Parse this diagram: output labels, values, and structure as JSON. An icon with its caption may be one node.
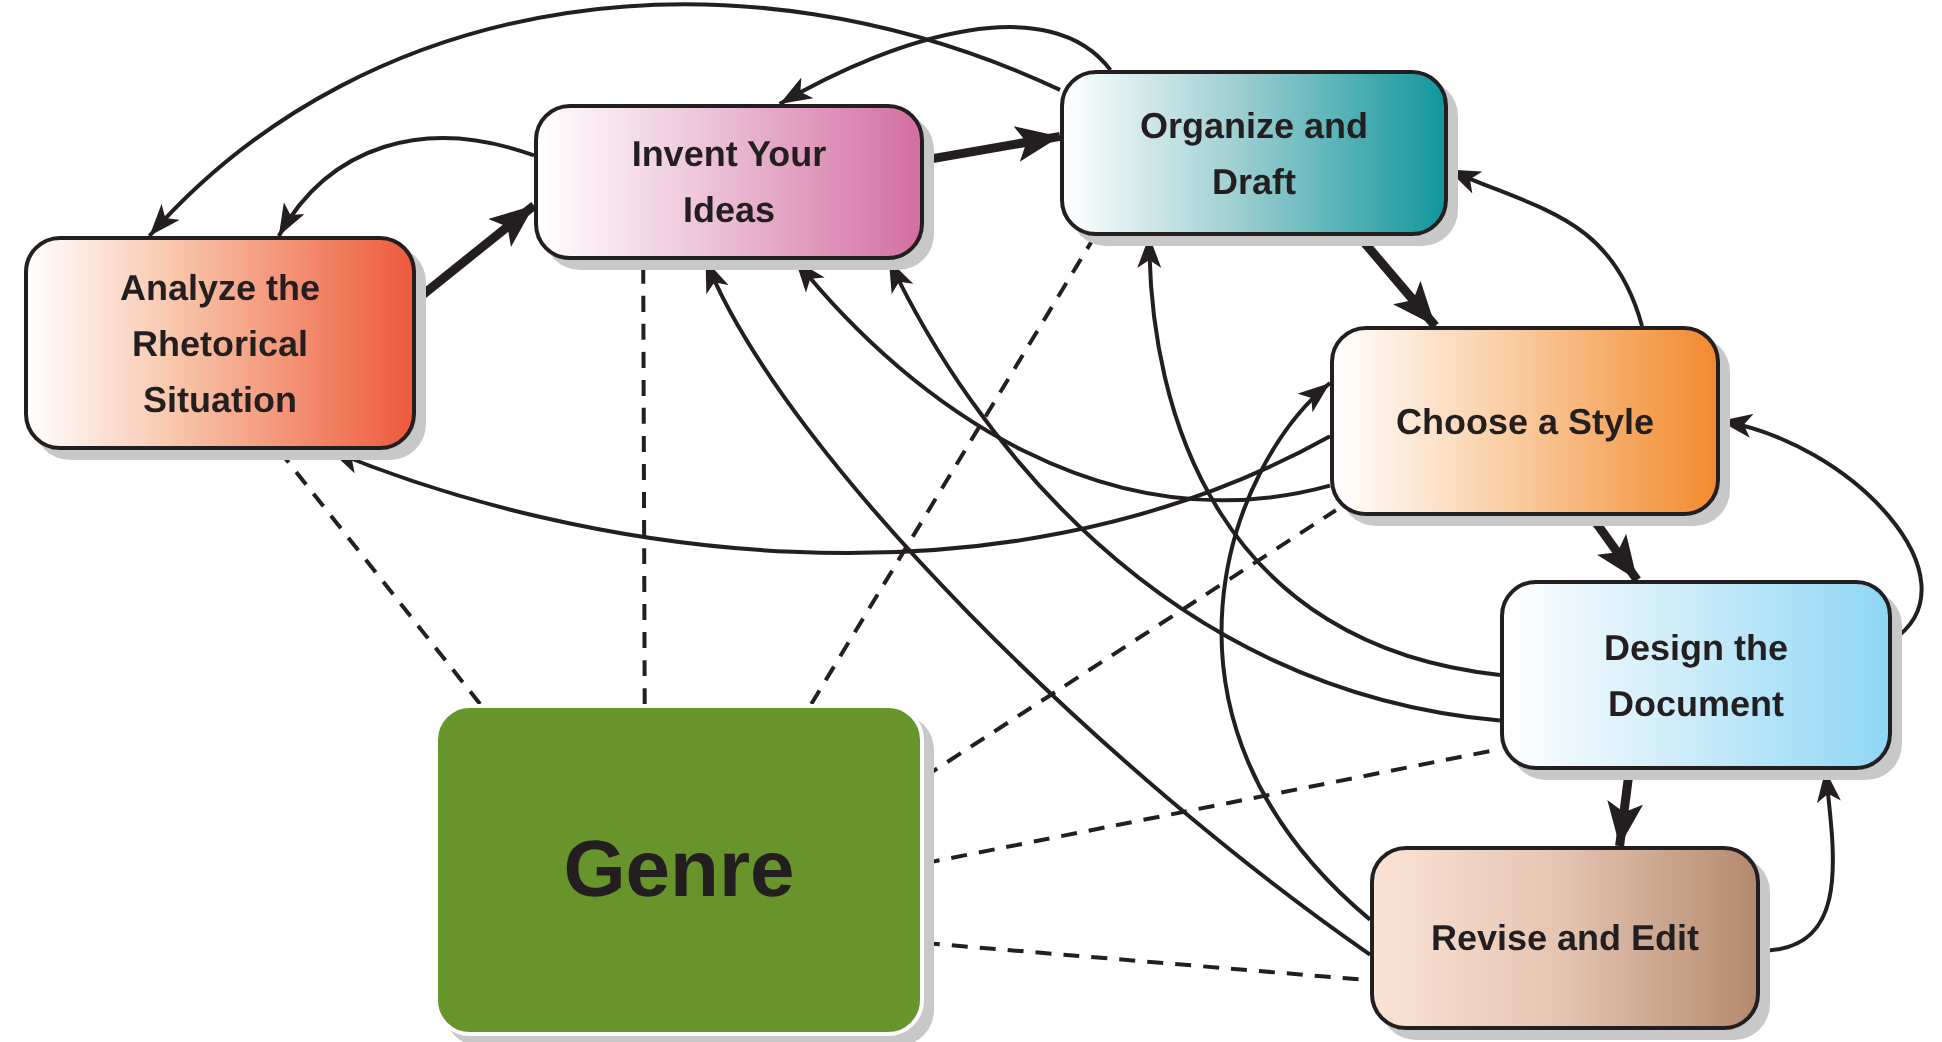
{
  "diagram": {
    "nodes": [
      {
        "text": [
          "Analyze the Rhetorical Situation"
        ]
      },
      {
        "text": [
          "Invent Your Ideas"
        ]
      },
      {
        "text": [
          "Organize and Draft"
        ]
      },
      {
        "text": [
          "Choose a Style"
        ]
      },
      {
        "text": [
          "Design the Document"
        ]
      },
      {
        "text": [
          "Revise and Edit"
        ]
      },
      {
        "text": [
          "Genre"
        ]
      }
    ],
    "edges": [
      {
        "from": 0,
        "to": 1,
        "arrow": "to",
        "style": "thick"
      },
      {
        "from": 1,
        "to": 2,
        "arrow": "to",
        "style": "thick"
      },
      {
        "from": 2,
        "to": 3,
        "arrow": "to",
        "style": "thick"
      },
      {
        "from": 3,
        "to": 4,
        "arrow": "to",
        "style": "thick"
      },
      {
        "from": 4,
        "to": 5,
        "arrow": "to",
        "style": "thick"
      },
      {
        "from": 1,
        "to": 0,
        "arrow": "to"
      },
      {
        "from": 2,
        "to": 1,
        "arrow": "to"
      },
      {
        "from": 2,
        "to": 0,
        "arrow": "to"
      },
      {
        "from": 3,
        "to": 2,
        "arrow": "to"
      },
      {
        "from": 3,
        "to": 1,
        "arrow": "to"
      },
      {
        "from": 3,
        "to": 0,
        "arrow": "to"
      },
      {
        "from": 4,
        "to": 3,
        "arrow": "to"
      },
      {
        "from": 4,
        "to": 2,
        "arrow": "to"
      },
      {
        "from": 4,
        "to": 1,
        "arrow": "to"
      },
      {
        "from": 5,
        "to": 1,
        "arrow": "to"
      },
      {
        "from": 5,
        "to": 3,
        "arrow": "to"
      },
      {
        "from": 5,
        "to": 4,
        "arrow": "to"
      },
      {
        "from": 6,
        "to": 0,
        "arrow": "none",
        "style": "dashed"
      },
      {
        "from": 6,
        "to": 1,
        "arrow": "none",
        "style": "dashed"
      },
      {
        "from": 6,
        "to": 2,
        "arrow": "none",
        "style": "dashed"
      },
      {
        "from": 6,
        "to": 3,
        "arrow": "none",
        "style": "dashed"
      },
      {
        "from": 6,
        "to": 4,
        "arrow": "none",
        "style": "dashed"
      },
      {
        "from": 6,
        "to": 5,
        "arrow": "none",
        "style": "dashed"
      }
    ]
  }
}
